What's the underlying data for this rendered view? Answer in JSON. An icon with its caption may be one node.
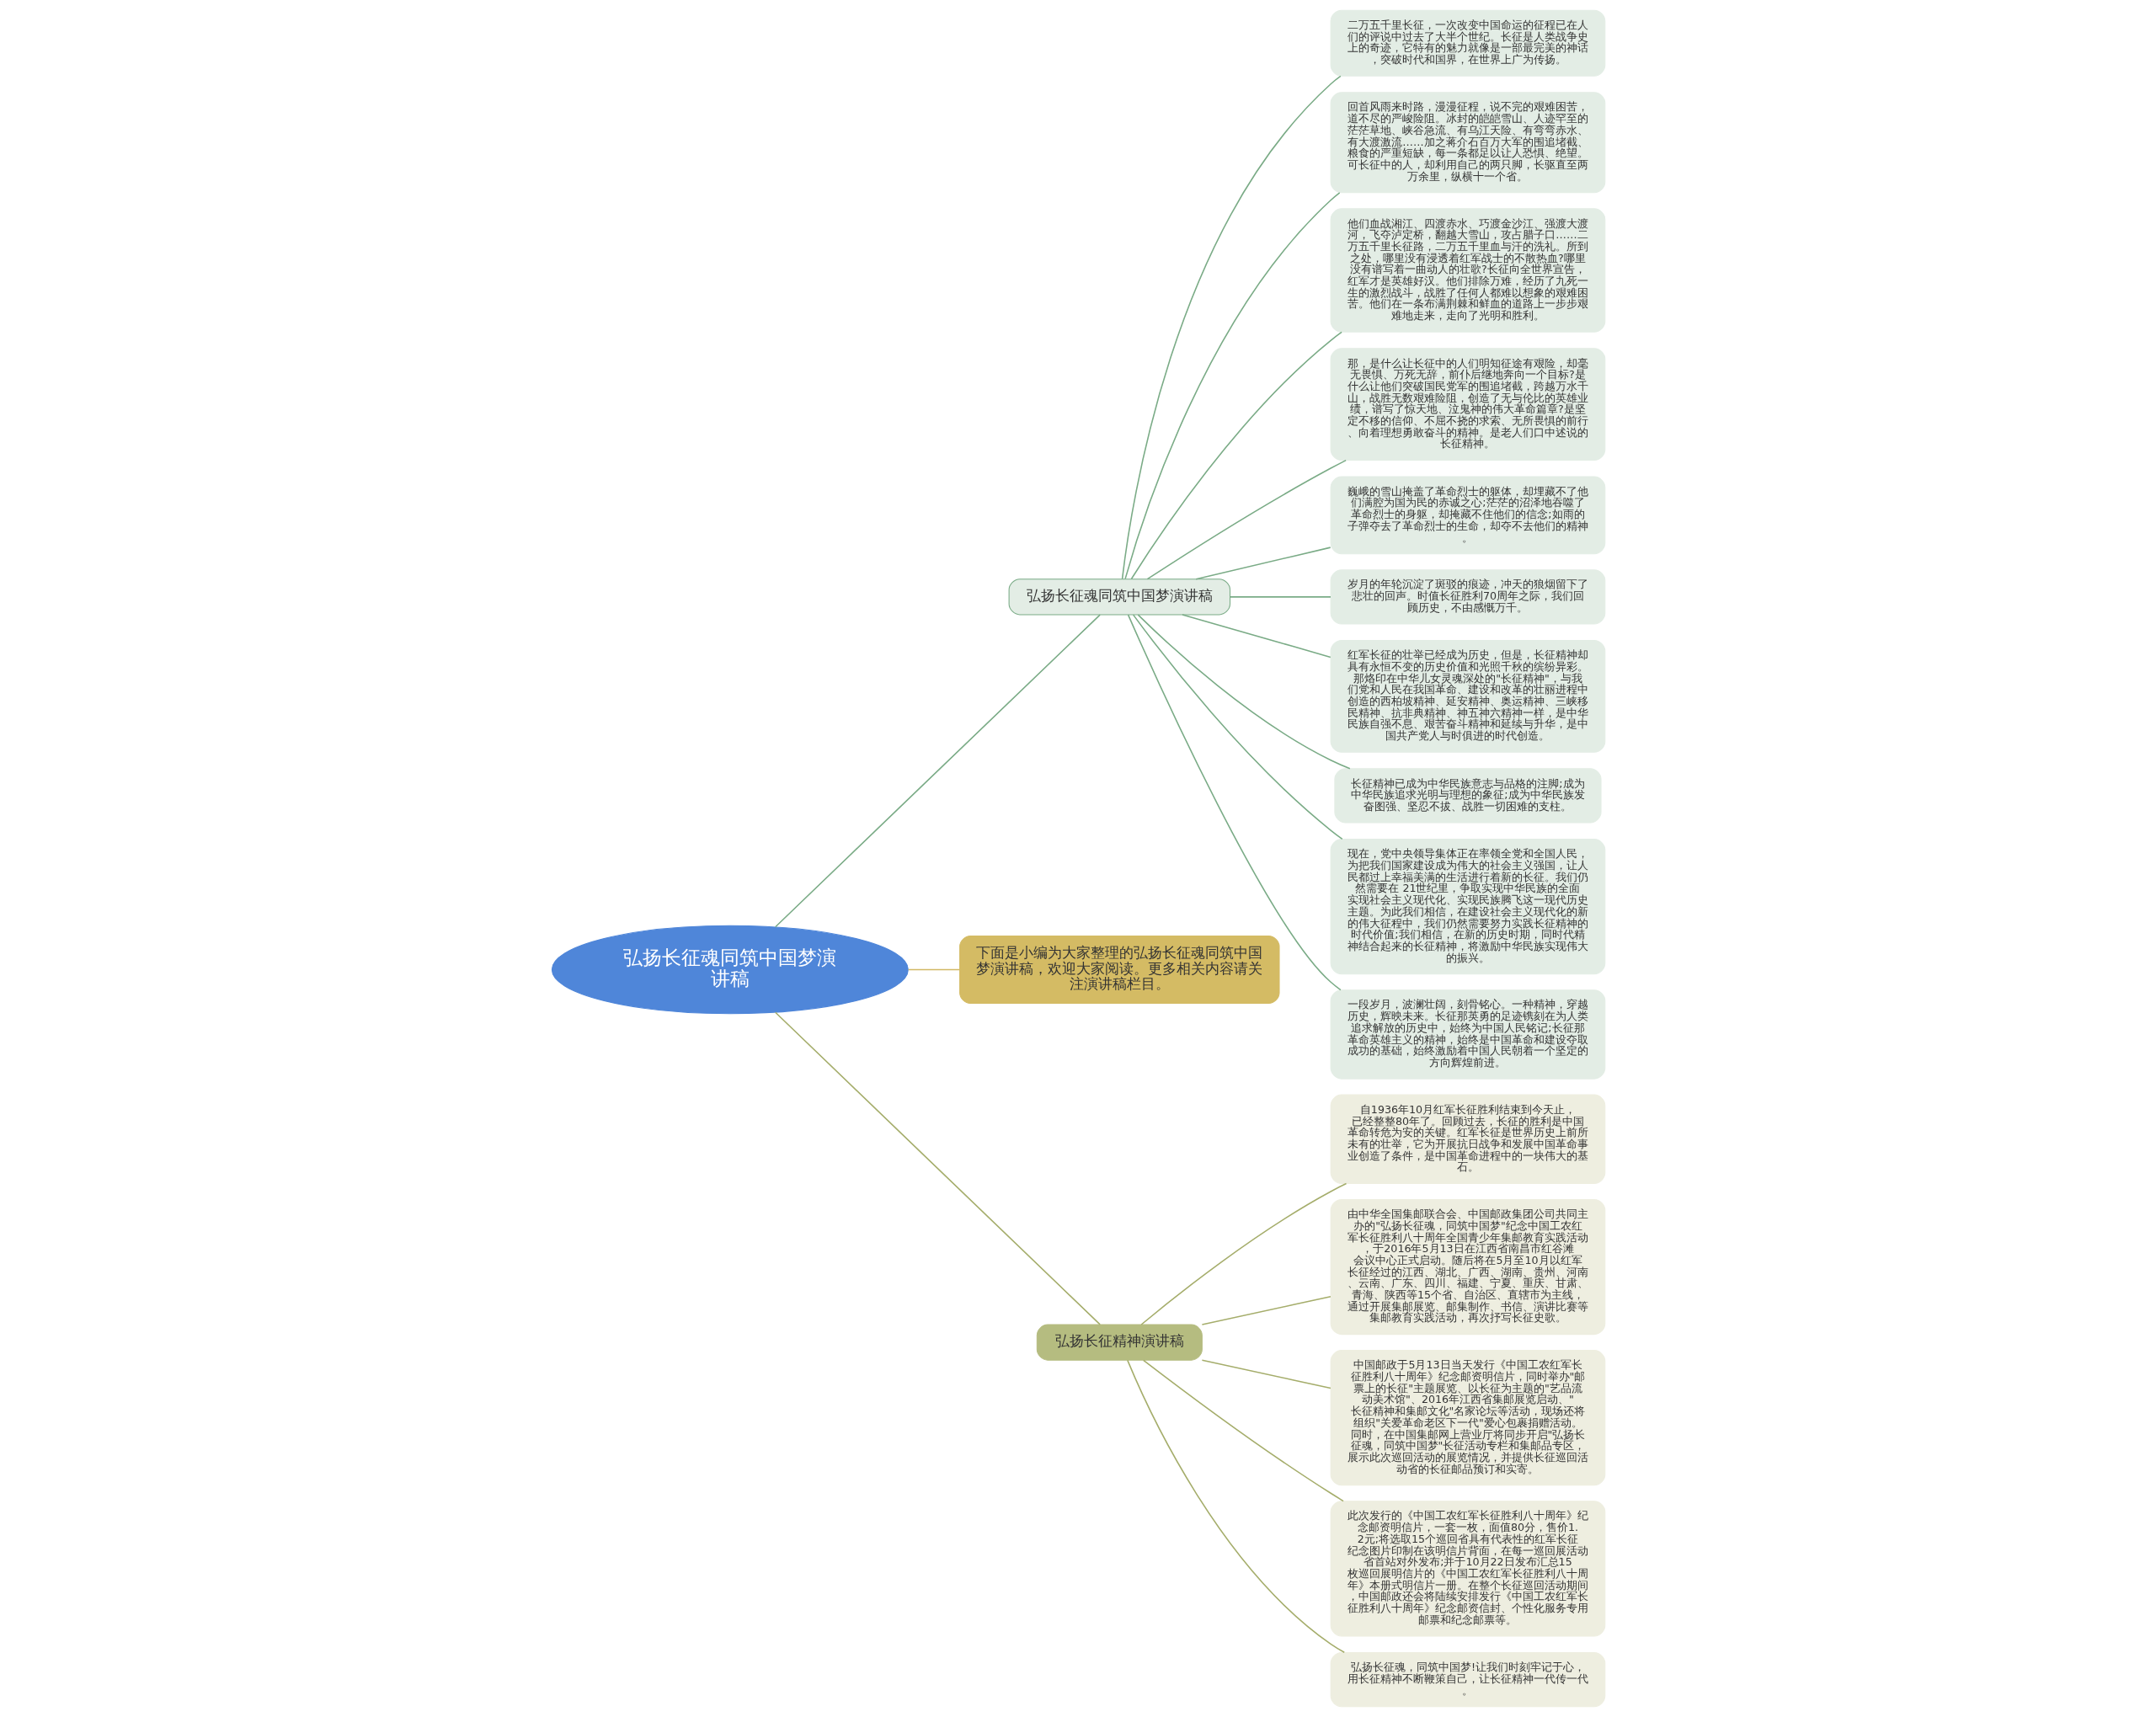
{
  "diagram": {
    "nodes": [
      {
        "text": [
          "弘扬长征魂同筑中国梦演讲稿"
        ]
      },
      {
        "text": [
          "弘扬长征魂同筑中国梦演讲稿"
        ]
      },
      {
        "text": [
          "二万五千里长征，一次改变中国命运的征程已在人们的评说中过去了大半个世纪。长征是人类战争史上的奇迹，它特有的魅力就像是一部最完美的神话，突破时代和国界，在世界上广为传扬。"
        ]
      },
      {
        "text": [
          "回首风雨来时路，漫漫征程，说不完的艰难困苦，道不尽的严峻险阻。冰封的皑皑雪山、人迹罕至的茫茫草地、峡谷急流、有乌江天险、有弯弯赤水、有大渡激流……加之蒋介石百万大军的围追堵截、粮食的严重短缺，每一条都足以让人恐惧、绝望。可长征中的人，却利用自己的两只脚，长驱直至两万余里，纵横十一个省。"
        ]
      },
      {
        "text": [
          "他们血战湘江、四渡赤水、巧渡金沙江、强渡大渡河，飞夺泸定桥，翻越大雪山，攻占腊子口……二万五千里长征路，二万五千里血与汗的洗礼。所到之处，哪里没有浸透着红军战士的不散热血?哪里没有谱写着一曲动人的壮歌?长征向全世界宣告，红军才是英雄好汉。他们排除万难，经历了九死一生的激烈战斗，战胜了任何人都难以想象的艰难困苦。他们在一条布满荆棘和鲜血的道路上一步步艰难地走来，走向了光明和胜利。"
        ]
      },
      {
        "text": [
          "那，是什么让长征中的人们明知征途有艰险，却毫无畏惧、万死无辞，前仆后继地奔向一个目标?是什么让他们突破国民党军的围追堵截，跨越万水千山，战胜无数艰难险阻，创造了无与伦比的英雄业绩，谱写了惊天地、泣鬼神的伟大革命篇章?是坚定不移的信仰、不屈不挠的求索、无所畏惧的前行、向着理想勇敢奋斗的精神。是老人们口中述说的长征精神。"
        ]
      },
      {
        "text": [
          "巍峨的雪山掩盖了革命烈士的躯体，却埋藏不了他们满腔为国为民的赤诚之心;茫茫的沼泽地吞噬了革命烈士的身躯，却掩藏不住他们的信念;如雨的子弹夺去了革命烈士的生命，却夺不去他们的精神。"
        ]
      },
      {
        "text": [
          "岁月的年轮沉淀了斑驳的痕迹，冲天的狼烟留下了悲壮的回声。时值长征胜利70周年之际，我们回顾历史，不由感慨万千。"
        ]
      },
      {
        "text": [
          "红军长征的壮举已经成为历史，但是，长征精神却具有永恒不变的历史价值和光照千秋的缤纷异彩。那烙印在中华儿女灵魂深处的\"长征精神\"，与我们党和人民在我国革命、建设和改革的壮丽进程中创造的西柏坡精神、延安精神、奥运精神、三峡移民精神、抗非典精神、神五神六精神一样，是中华民族自强不息、艰苦奋斗精神和延续与升华，是中国共产党人与时俱进的时代创造。"
        ]
      },
      {
        "text": [
          "长征精神已成为中华民族意志与品格的注脚;成为中华民族追求光明与理想的象征;成为中华民族发奋图强、坚忍不拔、战胜一切困难的支柱。"
        ]
      },
      {
        "text": [
          "现在，党中央领导集体正在率领全党和全国人民，为把我们国家建设成为伟大的社会主义强国，让人民都过上幸福美满的生活进行着新的长征。我们仍然需要在 21世纪里，争取实现中华民族的全面实现社会主义现代化、实现民族腾飞这一现代历史主题。为此我们相信，在建设社会主义现代化的新的伟大征程中，我们仍然需要努力实践长征精神的时代价值;我们相信，在新的历史时期，同时代精神结合起来的长征精神，将激励中华民族实现伟大的振兴。"
        ]
      },
      {
        "text": [
          "一段岁月，波澜壮阔，刻骨铭心。一种精神，穿越历史，辉映未来。长征那英勇的足迹镌刻在为人类追求解放的历史中，始终为中国人民铭记;长征那革命英雄主义的精神，始终是中国革命和建设夺取成功的基础，始终激励着中国人民朝着一个坚定的方向辉煌前进。"
        ]
      },
      {
        "text": [
          "下面是小编为大家整理的弘扬长征魂同筑中国梦演讲稿，欢迎大家阅读。更多相关内容请关注演讲稿栏目。"
        ]
      },
      {
        "text": [
          "弘扬长征精神演讲稿"
        ]
      },
      {
        "text": [
          "自1936年10月红军长征胜利结束到今天止，已经整整80年了。回顾过去，长征的胜利是中国革命转危为安的关键。红军长征是世界历史上前所未有的壮举，它为开展抗日战争和发展中国革命事业创造了条件，是中国革命进程中的一块伟大的基石。"
        ]
      },
      {
        "text": [
          "由中华全国集邮联合会、中国邮政集团公司共同主办的\"弘扬长征魂，同筑中国梦\"纪念中国工农红军长征胜利八十周年全国青少年集邮教育实践活动，于2016年5月13日在江西省南昌市红谷滩会议中心正式启动。随后将在5月至10月以红军长征经过的江西、湖北、广西、湖南、贵州、河南、云南、广东、四川、福建、宁夏、重庆、甘肃、青海、陕西等15个省、自治区、直辖市为主线，通过开展集邮展览、邮集制作、书信、演讲比赛等集邮教育实践活动，再次抒写长征史歌。"
        ]
      },
      {
        "text": [
          "中国邮政于5月13日当天发行《中国工农红军长征胜利八十周年》纪念邮资明信片，同时举办\"邮票上的长征\"主题展览、以长征为主题的\"艺品流动美术馆\"、2016年江西省集邮展览启动、\"长征精神和集邮文化\"名家论坛等活动，现场还将组织\"关爱革命老区下一代\"爱心包裹捐赠活动。同时，在中国集邮网上营业厅将同步开启\"弘扬长征魂，同筑中国梦\"长征活动专栏和集邮品专区，展示此次巡回活动的展览情况，并提供长征巡回活动省的长征邮品预订和实寄。"
        ]
      },
      {
        "text": [
          "此次发行的《中国工农红军长征胜利八十周年》纪念邮资明信片，一套一枚，面值80分，售价1.2元;将选取15个巡回省具有代表性的红军长征纪念图片印制在该明信片背面，在每一巡回展活动省首站对外发布;并于10月22日发布汇总15枚巡回展明信片的《中国工农红军长征胜利八十周年》本册式明信片一册。在整个长征巡回活动期间，中国邮政还会将陆续安排发行《中国工农红军长征胜利八十周年》纪念邮资信封、个性化服务专用邮票和纪念邮票等。"
        ]
      },
      {
        "text": [
          "弘扬长征魂，同筑中国梦!让我们时刻牢记于心，用长征精神不断鞭策自己，让长征精神一代传一代。"
        ]
      }
    ],
    "edges": [
      {
        "from": 0,
        "to": 1,
        "arrow": "none"
      },
      {
        "from": 1,
        "to": 2,
        "arrow": "none"
      },
      {
        "from": 1,
        "to": 3,
        "arrow": "none"
      },
      {
        "from": 1,
        "to": 4,
        "arrow": "none"
      },
      {
        "from": 1,
        "to": 5,
        "arrow": "none"
      },
      {
        "from": 1,
        "to": 6,
        "arrow": "none"
      },
      {
        "from": 1,
        "to": 7,
        "arrow": "none"
      },
      {
        "from": 1,
        "to": 8,
        "arrow": "none"
      },
      {
        "from": 1,
        "to": 9,
        "arrow": "none"
      },
      {
        "from": 1,
        "to": 10,
        "arrow": "none"
      },
      {
        "from": 1,
        "to": 11,
        "arrow": "none"
      },
      {
        "from": 0,
        "to": 12,
        "arrow": "none",
        "color": "#d2b864"
      },
      {
        "from": 0,
        "to": 13,
        "arrow": "none",
        "color": "#a5ad6b"
      },
      {
        "from": 13,
        "to": 14,
        "arrow": "none",
        "color": "#a5ad6b"
      },
      {
        "from": 13,
        "to": 15,
        "arrow": "none",
        "color": "#a5ad6b"
      },
      {
        "from": 13,
        "to": 16,
        "arrow": "none",
        "color": "#a5ad6b"
      },
      {
        "from": 13,
        "to": 17,
        "arrow": "none",
        "color": "#a5ad6b"
      },
      {
        "from": 13,
        "to": 18,
        "arrow": "none",
        "color": "#a5ad6b"
      }
    ]
  }
}
